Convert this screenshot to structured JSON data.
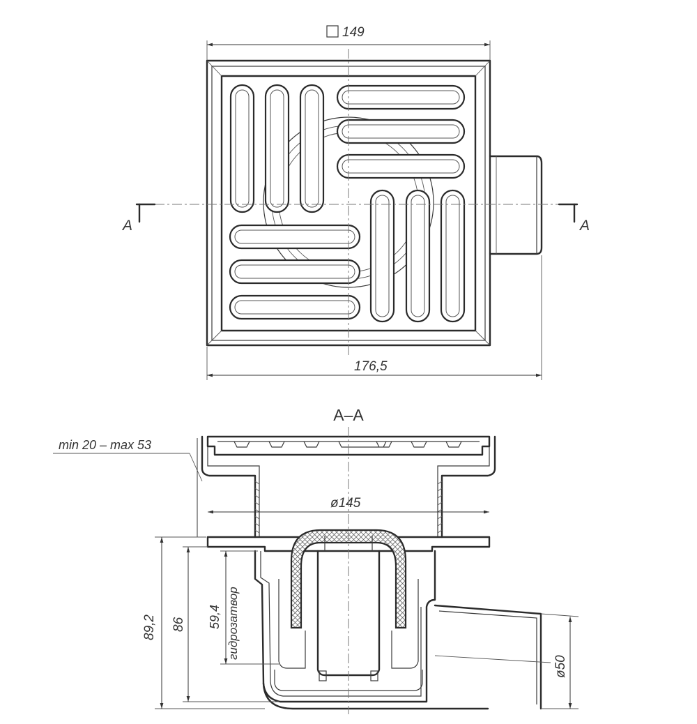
{
  "top_view": {
    "grid_size_label": "149",
    "overall_width_label": "176,5",
    "section_mark_left": "A",
    "section_mark_right": "A"
  },
  "section_view": {
    "title": "A–A",
    "range_label": "min 20 – max 53",
    "diameter_top_label": "ø145",
    "height_outer_label": "89,2",
    "height_inner_label": "86",
    "water_seal_height_label": "59,4",
    "water_seal_label": "гидрозатвор",
    "outlet_diameter_label": "ø50"
  }
}
